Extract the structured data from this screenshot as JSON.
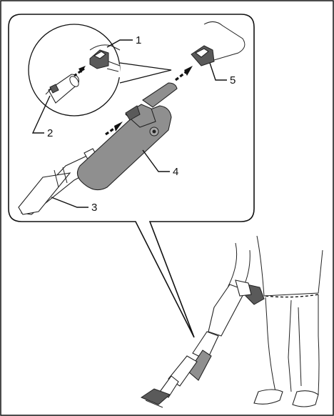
{
  "diagram": {
    "callouts": [
      {
        "id": "1",
        "text": "1"
      },
      {
        "id": "2",
        "text": "2"
      },
      {
        "id": "3",
        "text": "3"
      },
      {
        "id": "4",
        "text": "4"
      },
      {
        "id": "5",
        "text": "5"
      }
    ]
  },
  "colors": {
    "line": "#111111",
    "part_fill": "#8f8f8f",
    "part_dark": "#5a5a5a",
    "background": "#ffffff"
  }
}
